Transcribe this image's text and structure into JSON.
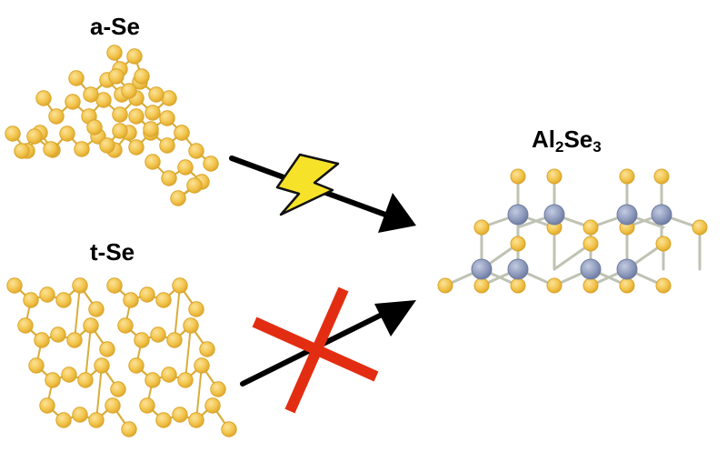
{
  "labels": {
    "amorphous_selenium": "a-Se",
    "trigonal_selenium": "t-Se",
    "product": {
      "element1": "Al",
      "sub1": "2",
      "element2": "Se",
      "sub2": "3"
    }
  },
  "icons": {
    "energy": "lightning-bolt-icon",
    "blocked": "red-x-icon"
  },
  "colors": {
    "selenium": "#f2c44b",
    "selenium_edge": "#d9a52a",
    "selenium_bond": "#d8ad3a",
    "aluminum": "#8f9bbd",
    "aluminum_edge": "#6f7ca0",
    "product_bond": "#bfc3b4",
    "lightning": "#f7e22a",
    "cross": "#e32d12",
    "arrow": "#000000"
  }
}
